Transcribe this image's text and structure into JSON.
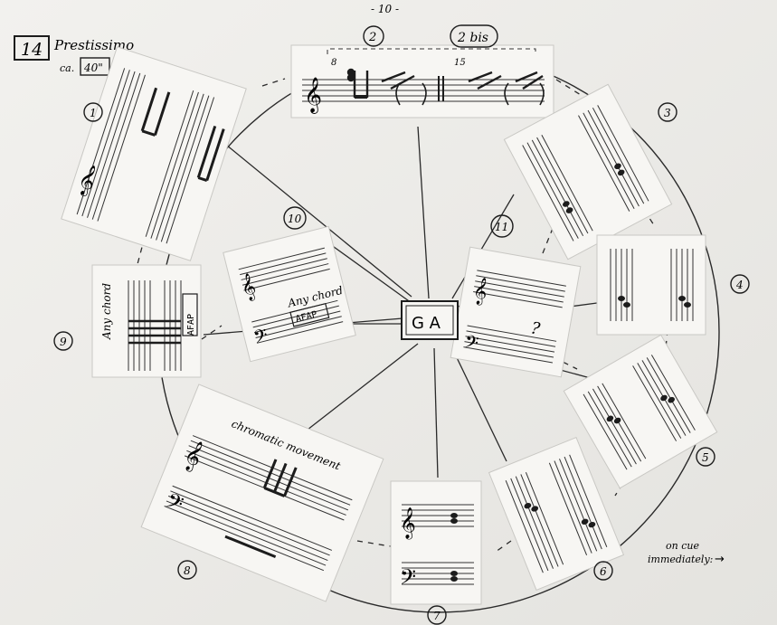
{
  "page": {
    "number": "- 10 -"
  },
  "header": {
    "piece_number": "14",
    "tempo": "Prestissimo",
    "duration_prefix": "ca.",
    "duration_value": "40\""
  },
  "center": {
    "label": "G A"
  },
  "cards": [
    {
      "id": "1",
      "label": "1"
    },
    {
      "id": "2",
      "label": "2",
      "text": "8"
    },
    {
      "id": "2bis",
      "label": "2 bis",
      "text": "15"
    },
    {
      "id": "3",
      "label": "3"
    },
    {
      "id": "4",
      "label": "4"
    },
    {
      "id": "5",
      "label": "5"
    },
    {
      "id": "6",
      "label": "6"
    },
    {
      "id": "7",
      "label": "7"
    },
    {
      "id": "8",
      "label": "8",
      "text": "chromatic movement"
    },
    {
      "id": "9",
      "label": "9",
      "text": "Any chord",
      "box": "AFAP"
    },
    {
      "id": "10",
      "label": "10",
      "text": "Any chord",
      "box": "AFAP"
    },
    {
      "id": "11",
      "label": "11",
      "text": "?"
    }
  ],
  "footnote": {
    "line1": "on cue",
    "line2": "immediately:",
    "arrow": "→"
  }
}
